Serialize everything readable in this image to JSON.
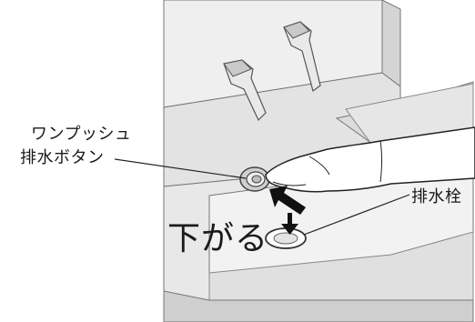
{
  "labels": {
    "button_line1": "ワンプッシュ",
    "button_line2": "排水ボタン",
    "drain_plug": "排水栓",
    "lower_instruction": "下がる"
  },
  "colors": {
    "surface_light": "#ececec",
    "surface_mid": "#d9d9d9",
    "surface_dark": "#bdbdbd",
    "outline": "#555555",
    "text": "#1a1a1a",
    "arrow": "#111111"
  },
  "icons": {
    "hand": "hand-pushing-icon",
    "push_arrow": "arrow-diagonal-icon",
    "down_arrow": "arrow-down-icon"
  }
}
